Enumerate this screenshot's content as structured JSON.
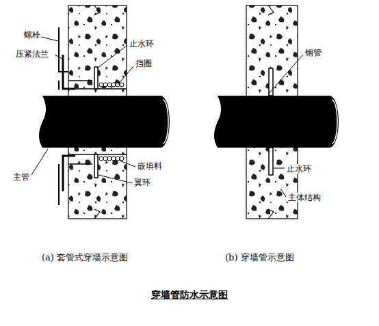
{
  "diagram": {
    "title": "穿墙管防水示意图",
    "labels": [
      "螺栓",
      "压紧法兰",
      "止水环",
      "挡圈",
      "主管",
      "嵌填料",
      "翼环",
      "钢管",
      "止水环",
      "主体结构",
      "(a) 套管式穿墙示意图",
      "(b) 穿墙管示意图"
    ]
  }
}
